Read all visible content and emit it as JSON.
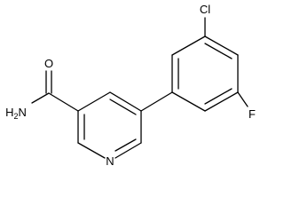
{
  "molecule": {
    "atom_labels": {
      "oxygen": "O",
      "amide_nitrogen": "H2N",
      "ring_nitrogen": "N",
      "chlorine": "Cl",
      "fluorine": "F"
    }
  }
}
